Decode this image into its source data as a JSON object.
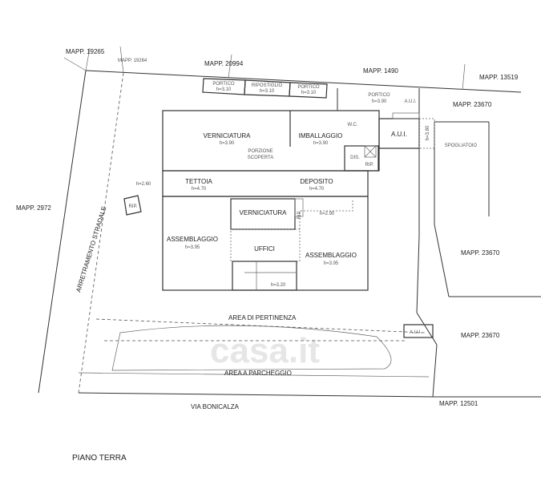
{
  "parcels": {
    "m19265": "MAPP. 19265",
    "m19264": "MAPP. 19264",
    "m20994": "MAPP. 20994",
    "m1490": "MAPP. 1490",
    "m13519": "MAPP. 13519",
    "m23670_top": "MAPP. 23670",
    "m2972": "MAPP. 2972",
    "m23670_mid": "MAPP. 23670",
    "m23670_low": "MAPP. 23670",
    "m12501": "MAPP. 12501"
  },
  "rooms": {
    "portico1": {
      "name": "PORTICO",
      "h": "h=3.10"
    },
    "ripostiglio": {
      "name": "RIPOSTIGLIO",
      "h": "h=3.10"
    },
    "portico2": {
      "name": "PORTICO",
      "h": "h=3.10"
    },
    "portico3": {
      "name": "PORTICO",
      "h": "h=3.90"
    },
    "aui_top": "A.U.I.",
    "wc": "W.C.",
    "aui_box": "A.U.I.",
    "spog_h": "h=3.80",
    "spogliatoio": "SPOGLIATOIO",
    "verniciatura1": {
      "name": "VERNICIATURA",
      "h": "h=3.90"
    },
    "porzione": "PORZIONE",
    "scoperta": "SCOPERTA",
    "imballaggio": {
      "name": "IMBALLAGGIO",
      "h": "h=3.90"
    },
    "dis": "DIS.",
    "rip1": "RIP.",
    "tettoia": {
      "name": "TETTOIA",
      "h": "h=4.70"
    },
    "deposito": {
      "name": "DEPOSITO",
      "h": "h=4.70"
    },
    "rip_ext_h": "h=2.60",
    "rip_ext": "RIP.",
    "verniciatura2": "VERNICIATURA",
    "rip2": "RIP.",
    "h290": "h=2.90",
    "assemblaggio1": {
      "name": "ASSEMBLAGGIO",
      "h": "h=3.95"
    },
    "uffici": "UFFICI",
    "assemblaggio2": {
      "name": "ASSEMBLAGGIO",
      "h": "h=3.95"
    },
    "h320": "h=3.20"
  },
  "areas": {
    "arretramento": "ARRETRAMENTO STRADALE",
    "pertinenza": "AREA DI PERTINENZA",
    "aui_yard": "A.U.I.",
    "parcheggio": "AREA A PARCHEGGIO",
    "via": "VIA BONICALZA"
  },
  "title": "PIANO TERRA",
  "watermark": "casa.it"
}
